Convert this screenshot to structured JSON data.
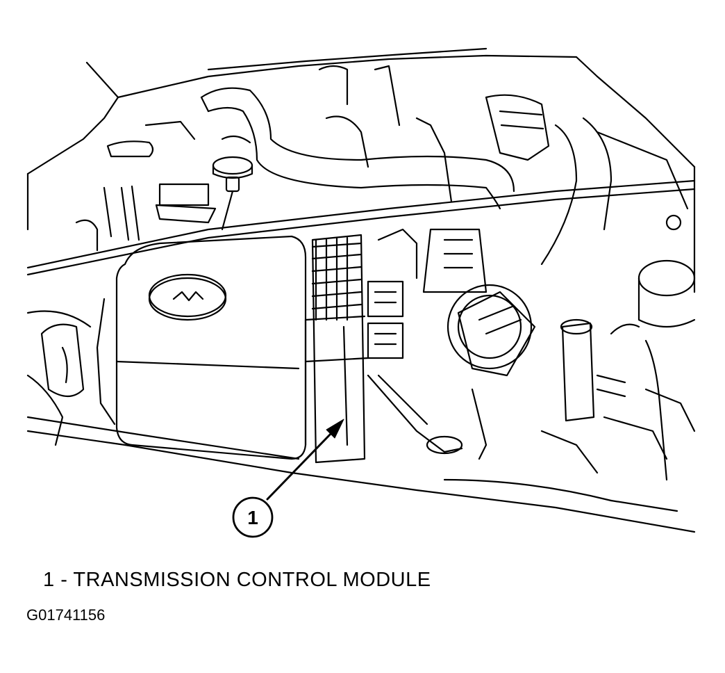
{
  "callouts": [
    {
      "number": "1",
      "label": "TRANSMISSION CONTROL MODULE"
    }
  ],
  "legend": {
    "number": "1",
    "separator": "-",
    "text": "TRANSMISSION CONTROL MODULE"
  },
  "figure_code": "G01741156",
  "colors": {
    "ink": "#000000",
    "paper": "#ffffff"
  }
}
